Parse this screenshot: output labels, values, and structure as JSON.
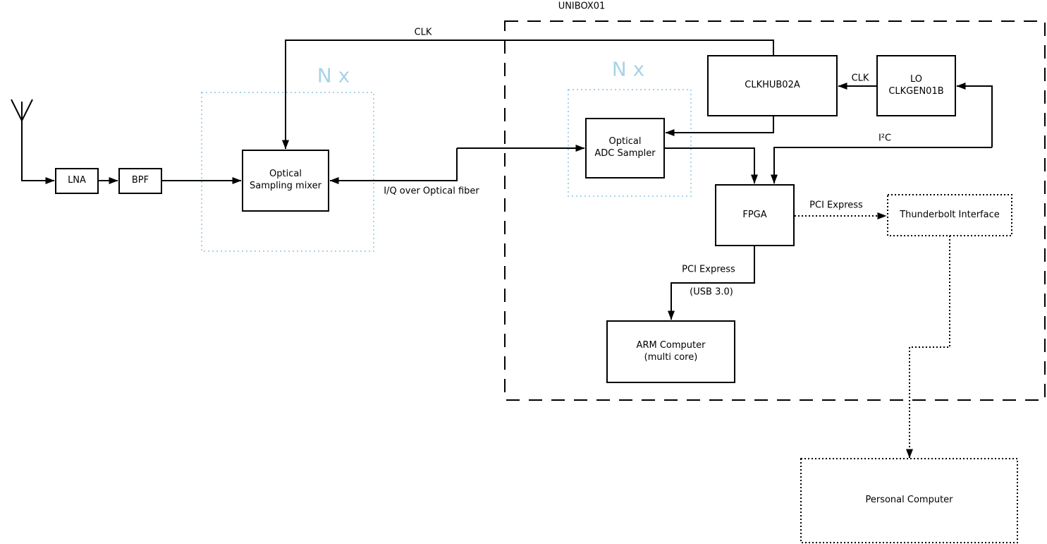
{
  "diagram": {
    "type": "block-diagram",
    "background": "#ffffff",
    "line_color": "#000000",
    "accent_color": "#a8d3e8",
    "outer_group_title": "UNIBOX01",
    "replication_label_1": "N x",
    "replication_label_2": "N x",
    "nodes": {
      "lna": "LNA",
      "bpf": "BPF",
      "mixer": "Optical\nSampling mixer",
      "adc": "Optical\nADC Sampler",
      "clkhub": "CLKHUB02A",
      "lo": "LO\nCLKGEN01B",
      "fpga": "FPGA",
      "thunderbolt": "Thunderbolt Interface",
      "arm": "ARM Computer\n(multi core)",
      "pc": "Personal Computer"
    },
    "edge_labels": {
      "clk_top": "CLK",
      "clk_hub": "CLK",
      "iq_fiber": "I/Q over Optical fiber",
      "i2c": "I²C",
      "pcie_thunderbolt": "PCI Express",
      "pcie_arm": "PCI Express",
      "usb": "(USB 3.0)"
    }
  }
}
